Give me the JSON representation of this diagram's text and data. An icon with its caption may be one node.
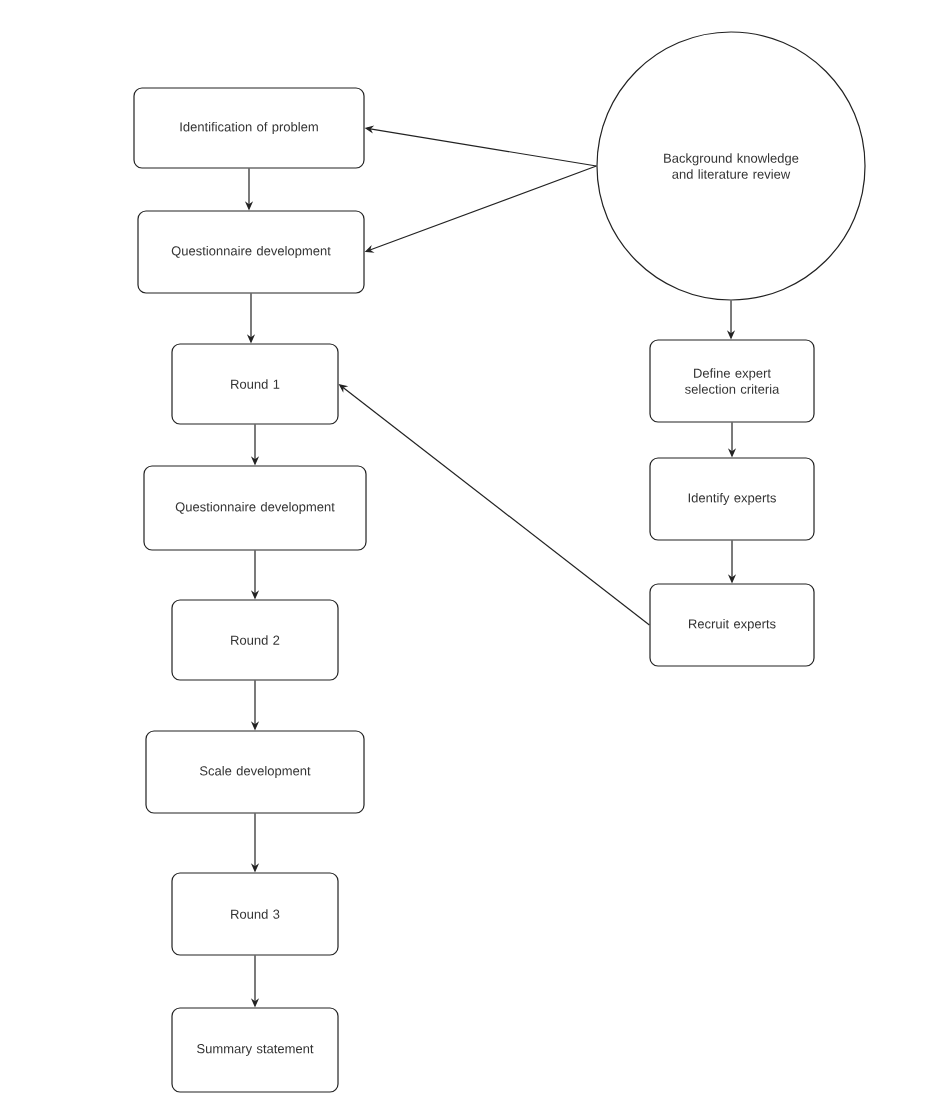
{
  "diagram": {
    "nodes": [
      {
        "text": [
          "Identification of problem"
        ]
      },
      {
        "text": [
          "Questionnaire development"
        ]
      },
      {
        "text": [
          "Round 1"
        ]
      },
      {
        "text": [
          "Questionnaire development"
        ]
      },
      {
        "text": [
          "Round 2"
        ]
      },
      {
        "text": [
          "Scale development"
        ]
      },
      {
        "text": [
          "Round 3"
        ]
      },
      {
        "text": [
          "Summary statement"
        ]
      },
      {
        "text": [
          "Background knowledge and literature review"
        ]
      },
      {
        "text": [
          "Define expert selection criteria"
        ]
      },
      {
        "text": [
          "Identify experts"
        ]
      },
      {
        "text": [
          "Recruit experts"
        ]
      }
    ],
    "edges": [
      {
        "from": 0,
        "to": 1,
        "arrow": "to"
      },
      {
        "from": 1,
        "to": 2,
        "arrow": "to"
      },
      {
        "from": 2,
        "to": 3,
        "arrow": "to"
      },
      {
        "from": 3,
        "to": 4,
        "arrow": "to"
      },
      {
        "from": 4,
        "to": 5,
        "arrow": "to"
      },
      {
        "from": 5,
        "to": 6,
        "arrow": "to"
      },
      {
        "from": 6,
        "to": 7,
        "arrow": "to"
      },
      {
        "from": 8,
        "to": 0,
        "arrow": "to"
      },
      {
        "from": 8,
        "to": 1,
        "arrow": "to"
      },
      {
        "from": 8,
        "to": 9,
        "arrow": "to"
      },
      {
        "from": 9,
        "to": 10,
        "arrow": "to"
      },
      {
        "from": 10,
        "to": 11,
        "arrow": "to"
      },
      {
        "from": 11,
        "to": 2,
        "arrow": "to"
      }
    ]
  }
}
